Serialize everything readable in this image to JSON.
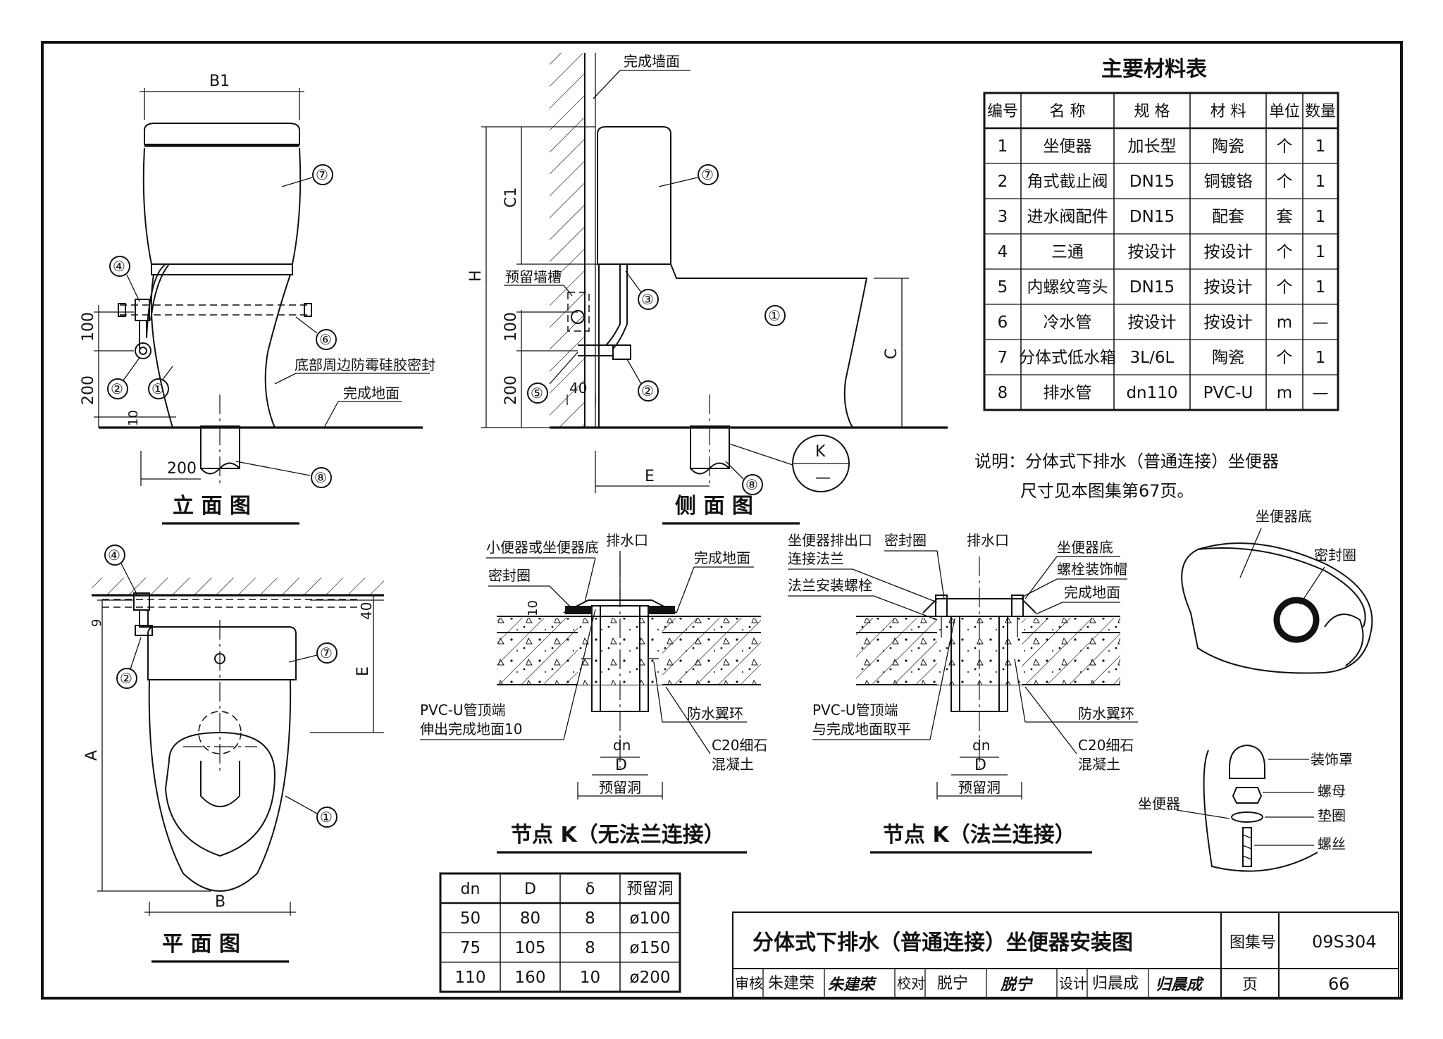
{
  "front_view": {
    "label_B1": "B1",
    "dim_100": "100",
    "dim_200": "200",
    "dim_10": "10",
    "dim_200_bottom": "200",
    "callout_seal": "底部周边防霉硅胶密封",
    "callout_floor": "完成地面",
    "title": "立  面  图",
    "nums": [
      "④",
      "⑦",
      "⑥",
      "②",
      "①",
      "⑧"
    ]
  },
  "side_view": {
    "callout_wall": "完成墙面",
    "callout_groove": "预留墙槽",
    "label_C1": "C1",
    "label_H": "H",
    "label_C": "C",
    "label_E": "E",
    "dim_100": "100",
    "dim_200": "200",
    "dim_40": "40",
    "node_letter": "K",
    "node_dash": "—",
    "title": "侧  面  图",
    "nums": [
      "⑦",
      "③",
      "①",
      "⑤",
      "②",
      "⑧"
    ]
  },
  "plan_view": {
    "label_A": "A",
    "label_B": "B",
    "label_E": "E",
    "dim_40": "40",
    "dim_9": "9",
    "title": "平  面  图",
    "nums": [
      "④",
      "⑦",
      "②",
      "①"
    ]
  },
  "materials": {
    "title": "主要材料表",
    "headers": [
      "编号",
      "名  称",
      "规  格",
      "材  料",
      "单位",
      "数量"
    ],
    "rows": [
      [
        "1",
        "坐便器",
        "加长型",
        "陶瓷",
        "个",
        "1"
      ],
      [
        "2",
        "角式截止阀",
        "DN15",
        "铜镀铬",
        "个",
        "1"
      ],
      [
        "3",
        "进水阀配件",
        "DN15",
        "配套",
        "套",
        "1"
      ],
      [
        "4",
        "三通",
        "按设计",
        "按设计",
        "个",
        "1"
      ],
      [
        "5",
        "内螺纹弯头",
        "DN15",
        "按设计",
        "个",
        "1"
      ],
      [
        "6",
        "冷水管",
        "按设计",
        "按设计",
        "m",
        "—"
      ],
      [
        "7",
        "分体式低水箱",
        "3L/6L",
        "陶瓷",
        "个",
        "1"
      ],
      [
        "8",
        "排水管",
        "dn110",
        "PVC-U",
        "m",
        "—"
      ]
    ]
  },
  "note": {
    "line1": "说明：分体式下排水（普通连接）坐便器",
    "line2": "尺寸见本图集第67页。"
  },
  "node_k1": {
    "lbl_base": "小便器或坐便器底",
    "lbl_outlet": "排水口",
    "lbl_floor": "完成地面",
    "lbl_seal": "密封圈",
    "dim_10": "10",
    "lbl_pvc1": "PVC-U管顶端",
    "lbl_pvc2": "伸出完成地面10",
    "lbl_ring": "防水翼环",
    "lbl_conc1": "C20细石",
    "lbl_conc2": "混凝土",
    "lbl_dn": "dn",
    "lbl_D": "D",
    "lbl_hole": "预留洞",
    "title": "节点 K（无法兰连接）"
  },
  "node_k2": {
    "lbl_flange1": "坐便器排出口",
    "lbl_flange2": "连接法兰",
    "lbl_seal": "密封圈",
    "lbl_outlet": "排水口",
    "lbl_base": "坐便器底",
    "lbl_bolt": "法兰安装螺栓",
    "lbl_cap": "螺栓装饰帽",
    "lbl_floor": "完成地面",
    "lbl_pvc1": "PVC-U管顶端",
    "lbl_pvc2": "与完成地面取平",
    "lbl_ring": "防水翼环",
    "lbl_conc1": "C20细石",
    "lbl_conc2": "混凝土",
    "lbl_dn": "dn",
    "lbl_D": "D",
    "lbl_hole": "预留洞",
    "title": "节点 K（法兰连接）"
  },
  "detail": {
    "lbl_base": "坐便器底",
    "lbl_seal": "密封圈",
    "lbl_cover": "装饰罩",
    "lbl_nut": "螺母",
    "lbl_washer": "垫圈",
    "lbl_screw": "螺丝",
    "lbl_toilet": "坐便器"
  },
  "dim_table": {
    "headers": [
      "dn",
      "D",
      "δ",
      "预留洞"
    ],
    "rows": [
      [
        "50",
        "80",
        "8",
        "ø100"
      ],
      [
        "75",
        "105",
        "8",
        "ø150"
      ],
      [
        "110",
        "160",
        "10",
        "ø200"
      ]
    ]
  },
  "title_block": {
    "title": "分体式下排水（普通连接）坐便器安装图",
    "atlas_label": "图集号",
    "atlas_no": "09S304",
    "review_label": "审核",
    "reviewer": "朱建荣",
    "reviewer_sign": "朱建荣",
    "check_label": "校对",
    "checker": "脱宁",
    "checker_sign": "脱宁",
    "design_label": "设计",
    "designer": "归晨成",
    "designer_sign": "归晨成",
    "page_label": "页",
    "page_no": "66"
  }
}
